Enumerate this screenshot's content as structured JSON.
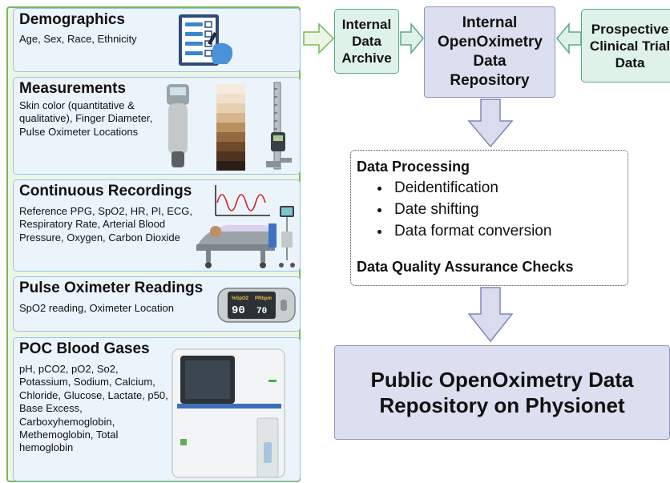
{
  "sources": [
    {
      "title": "Demographics",
      "body": "Age, Sex, Race, Ethnicity"
    },
    {
      "title": "Measurements",
      "body": "Skin color (quantitative & qualitative), Finger Diameter, Pulse Oximeter Locations"
    },
    {
      "title": "Continuous Recordings",
      "body": "Reference PPG, SpO2, HR, PI, ECG, Respiratory Rate, Arterial Blood Pressure, Oxygen, Carbon Dioxide"
    },
    {
      "title": "Pulse Oximeter Readings",
      "body": "SpO2 reading, Oximeter Location"
    },
    {
      "title": "POC Blood Gases",
      "body": "pH, pCO2, pO2, So2, Potassium, Sodium, Calcium, Chloride, Glucose, Lactate, p50, Base Excess, Carboxyhemoglobin, Methemoglobin, Total hemoglobin"
    }
  ],
  "archive": {
    "label": "Internal Data Archive"
  },
  "repository": {
    "label": "Internal OpenOximetry Data Repository"
  },
  "trial": {
    "label": "Prospective Clinical Trial Data"
  },
  "processing": {
    "title": "Data Processing",
    "steps": [
      "Deidentification",
      "Date shifting",
      "Data format conversion"
    ],
    "qa_title": "Data Quality Assurance Checks"
  },
  "public": {
    "label": "Public OpenOximetry Data Repository on Physionet"
  },
  "oximeter_display": {
    "spo2_label": "%SpO2",
    "pr_label": "PRbpm",
    "spo2_value": "90",
    "pr_value": "70"
  },
  "colors": {
    "panel_fill": "#edf6e6",
    "panel_border": "#78b85a",
    "card_fill": "#ebf3fb",
    "card_border": "#9cc1e4",
    "teal_fill": "#dff2ea",
    "teal_border": "#5aa88a",
    "repo_fill": "#dcdff0",
    "repo_border": "#9096be",
    "arrow_fill": "#d9dcef",
    "arrow_stroke": "#8088b0"
  },
  "icons": [
    "checklist-icon",
    "colorimeter-icon",
    "skin-color-swatch-icon",
    "caliper-icon",
    "waveform-icon",
    "hospital-bed-icon",
    "pulse-oximeter-icon",
    "blood-gas-analyzer-icon"
  ]
}
